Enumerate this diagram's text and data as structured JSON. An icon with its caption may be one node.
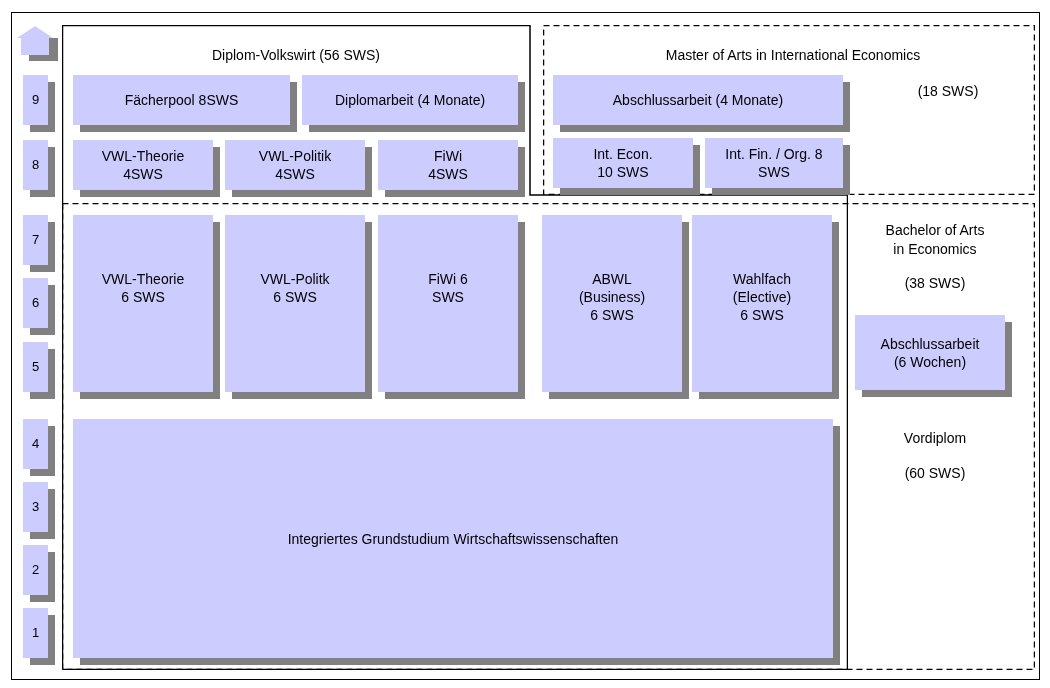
{
  "diagram": {
    "nodes": [
      {
        "text": [
          "Diplom-Volkswirt (56 SWS)"
        ]
      },
      {
        "text": [
          "Fächerpool 8SWS"
        ],
        "in": 0
      },
      {
        "text": [
          "Diplomarbeit (4 Monate)"
        ],
        "in": 0
      },
      {
        "text": [
          "VWL-Theorie 4SWS"
        ],
        "in": 0
      },
      {
        "text": [
          "VWL-Politik 4SWS"
        ],
        "in": 0
      },
      {
        "text": [
          "FiWi 4SWS"
        ],
        "in": 0
      },
      {
        "text": [
          "Master of Arts in International Economics",
          "(18 SWS)"
        ]
      },
      {
        "text": [
          "Abschlussarbeit (4 Monate)"
        ],
        "in": 6
      },
      {
        "text": [
          "Int. Econ. 10 SWS"
        ],
        "in": 6
      },
      {
        "text": [
          "Int. Fin. / Org. 8 SWS"
        ],
        "in": 6
      },
      {
        "text": [
          "Bachelor of Arts in Economics",
          "(38 SWS)"
        ]
      },
      {
        "text": [
          "VWL-Theorie 6 SWS"
        ],
        "in": 10
      },
      {
        "text": [
          "VWL-Politk 6 SWS"
        ],
        "in": 10
      },
      {
        "text": [
          "FiWi 6 SWS"
        ],
        "in": 10
      },
      {
        "text": [
          "ABWL (Business) 6 SWS"
        ],
        "in": 10
      },
      {
        "text": [
          "Wahlfach (Elective) 6 SWS"
        ],
        "in": 10
      },
      {
        "text": [
          "Abschlussarbeit (6 Wochen)"
        ],
        "in": 10
      },
      {
        "text": [
          "Integriertes Grundstudium Wirtschaftswissenschaften"
        ],
        "in": 10
      },
      {
        "text": [
          "9"
        ]
      },
      {
        "text": [
          "8"
        ]
      },
      {
        "text": [
          "7"
        ]
      },
      {
        "text": [
          "6"
        ]
      },
      {
        "text": [
          "5"
        ]
      },
      {
        "text": [
          "4"
        ]
      },
      {
        "text": [
          "3"
        ]
      },
      {
        "text": [
          "2"
        ]
      },
      {
        "text": [
          "1"
        ]
      }
    ],
    "labels": [
      "Vordiplom",
      "(60 SWS)"
    ]
  }
}
